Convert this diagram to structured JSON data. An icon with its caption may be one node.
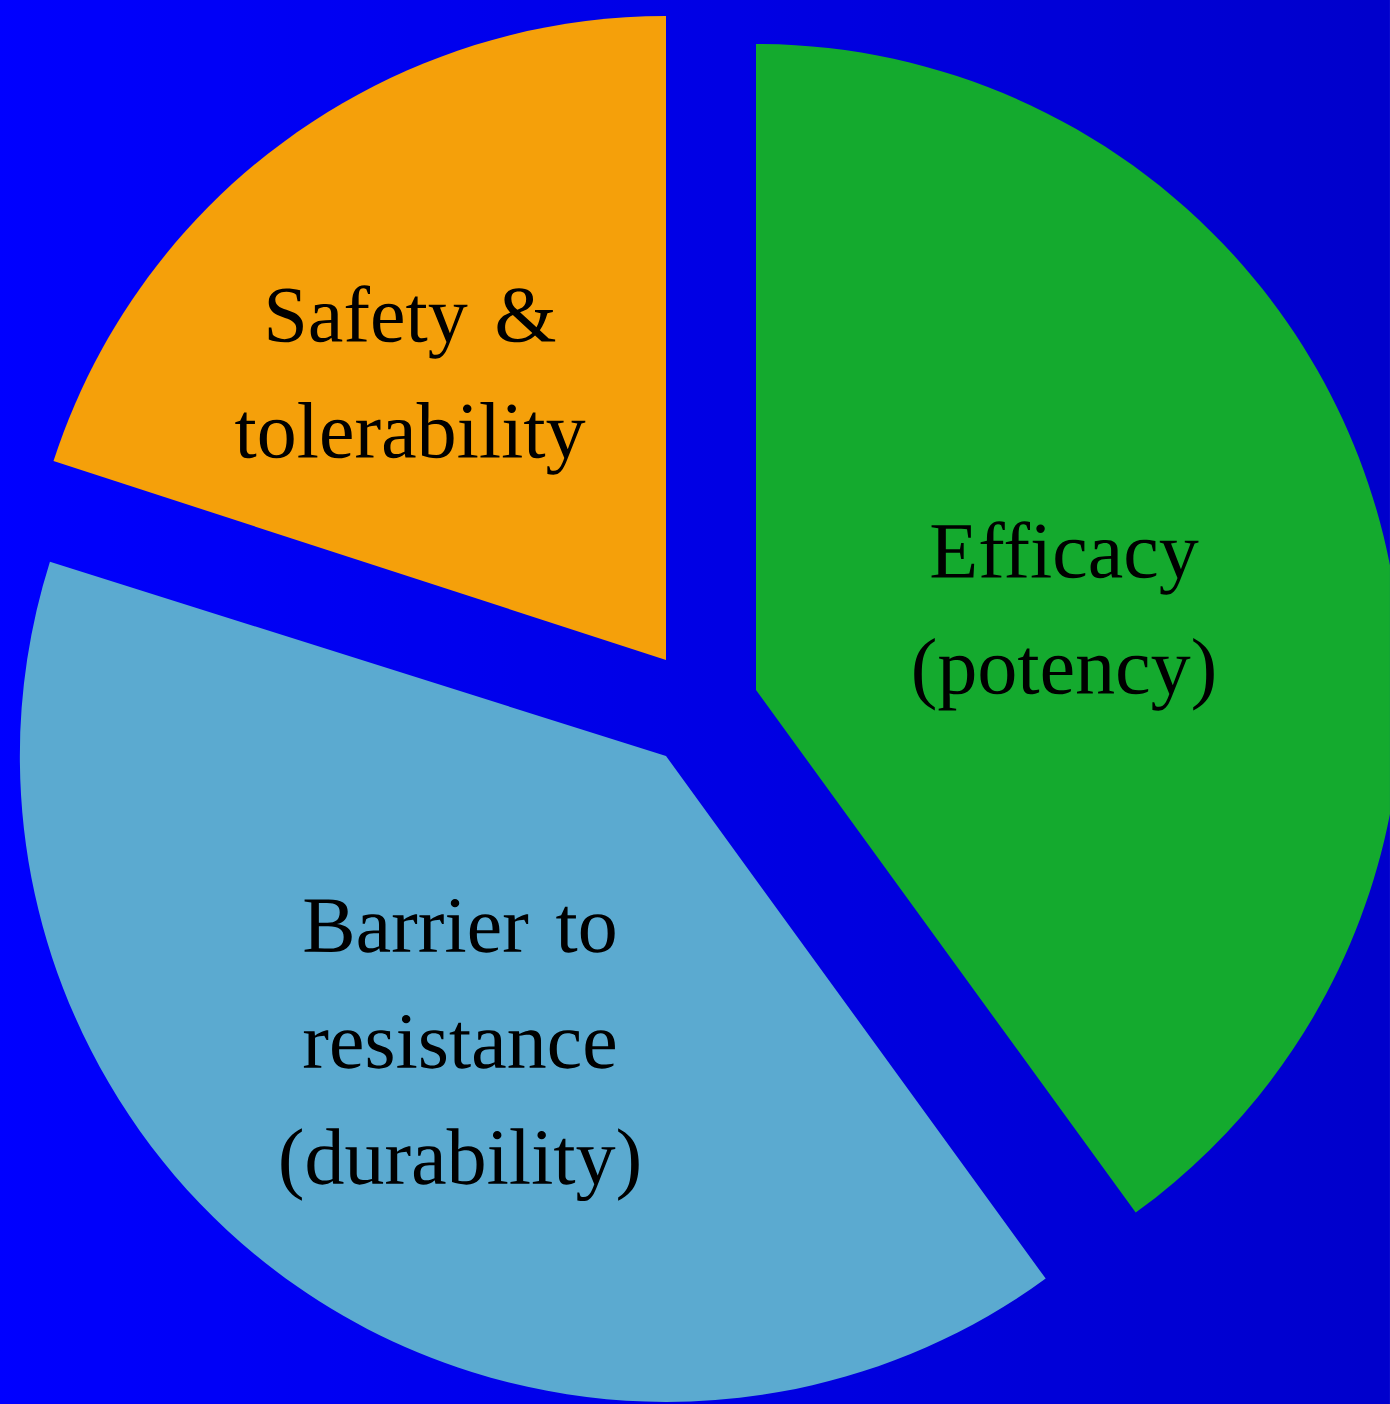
{
  "diagram": {
    "nodes": [
      {
        "text": [
          "Safety & tolerability"
        ]
      },
      {
        "text": [
          "Efficacy (potency)"
        ]
      },
      {
        "text": [
          "Barrier to resistance (durability)"
        ]
      }
    ]
  }
}
